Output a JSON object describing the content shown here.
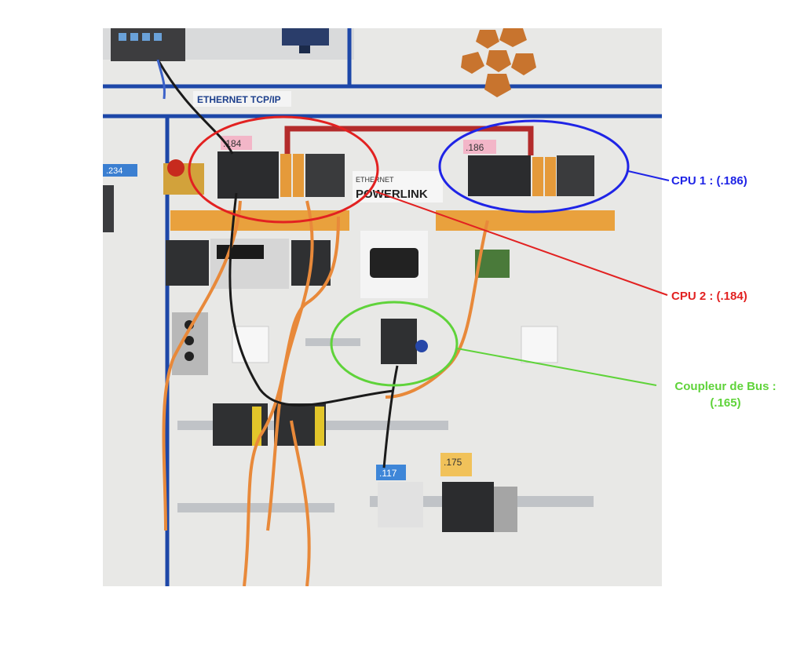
{
  "photo": {
    "ethernet_label": "ETHERNET TCP/IP",
    "powerlink_top": "ETHERNET",
    "powerlink_bottom": "POWERLINK",
    "tags": {
      "left_panel": ".234",
      "cpu2": ".184",
      "cpu1": ".186",
      "remote_io": ".117",
      "cpu_bottom": ".175"
    }
  },
  "callouts": {
    "cpu1": "CPU 1 : (.186)",
    "cpu2": "CPU 2 : (.184)",
    "coupler_line1": "Coupleur de Bus :",
    "coupler_line2": "(.165)"
  },
  "colors": {
    "cpu1": "#1f24e6",
    "cpu2": "#e22121",
    "coupler": "#5fd33a",
    "cable": "#e8893a",
    "din_rail": "#c0c3c7",
    "panel": "#e7e7e5"
  }
}
